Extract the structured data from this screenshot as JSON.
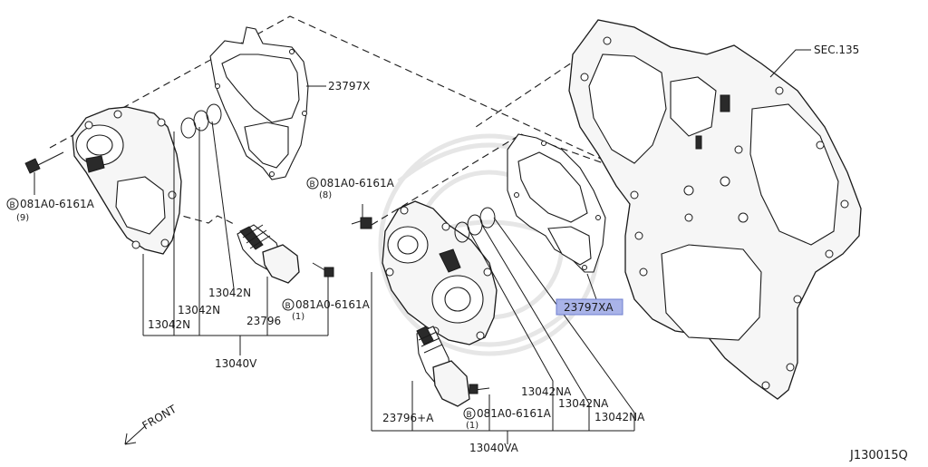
{
  "diagram": {
    "labels": {
      "sec_ref": "SEC.135",
      "gasket_left": "23797X",
      "gasket_right": "23797XA",
      "bolt_left": "081A0-6161A",
      "bolt_left_qty": "(9)",
      "bolt_mid": "081A0-6161A",
      "bolt_mid_qty": "(8)",
      "bolt_solenoid": "081A0-6161A",
      "bolt_solenoid_qty": "(1)",
      "bolt_lower": "081A0-6161A",
      "bolt_lower_qty": "(1)",
      "oring_left_1": "13042N",
      "oring_left_2": "13042N",
      "oring_left_3": "13042N",
      "oring_right_1": "13042NA",
      "oring_right_2": "13042NA",
      "oring_right_3": "13042NA",
      "solenoid_left": "23796",
      "solenoid_right": "23796+A",
      "assembly_left": "13040V",
      "assembly_right": "13040VA",
      "front": "FRONT",
      "diagram_id": "J130015Q",
      "circle_b": "B"
    },
    "highlight_color": "#a9b3e8"
  }
}
